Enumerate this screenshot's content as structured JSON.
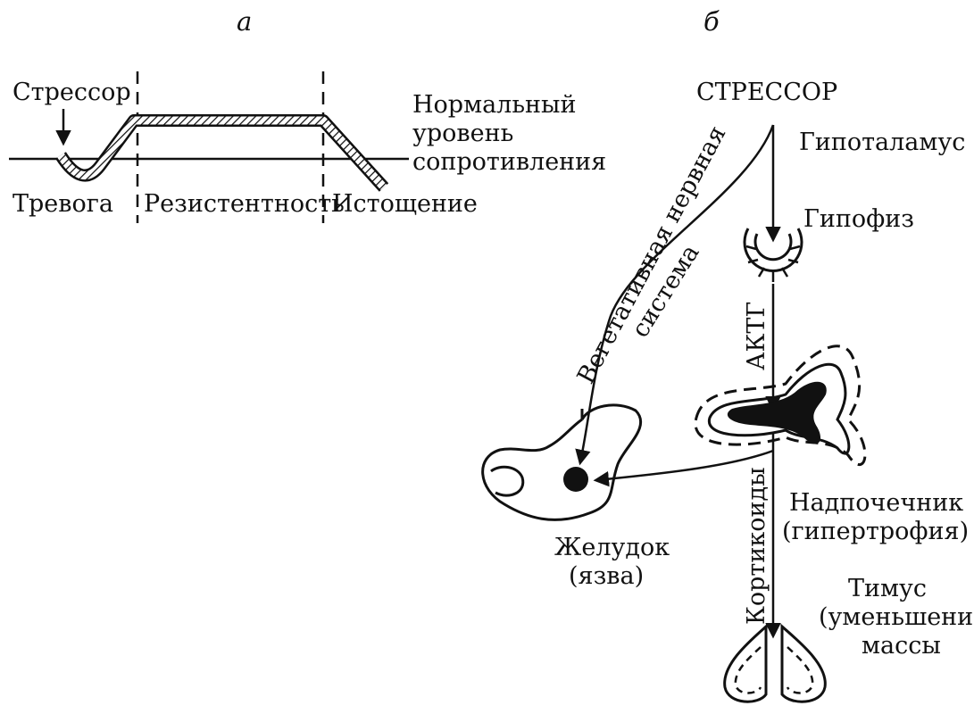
{
  "panel_a": {
    "label": "а",
    "stressor": "Стрессор",
    "normal_level": [
      "Нормальный",
      "уровень",
      "сопротивления"
    ],
    "alarm": "Тревога",
    "resistance": "Резистентность",
    "exhaustion": "Истощение"
  },
  "panel_b": {
    "label": "б",
    "stressor": "СТРЕССОР",
    "hypothalamus": "Гипоталамус",
    "pituitary": "Гипофиз",
    "autonomic": [
      "Вегетативная нервная",
      "система"
    ],
    "acth": "АКТГ",
    "corticoids": "Кортикоиды",
    "adrenal": [
      "Надпочечник",
      "(гипертрофия)"
    ],
    "stomach": [
      "Желудок",
      "(язва)"
    ],
    "thymus": [
      "Тимус",
      "(уменьшение)",
      "массы"
    ]
  }
}
